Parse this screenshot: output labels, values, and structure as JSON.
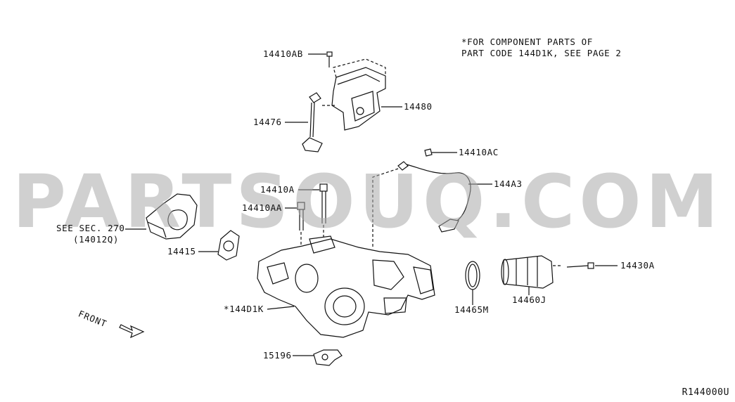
{
  "watermark": "PARTSOUQ.COM",
  "note": {
    "line1": "*FOR COMPONENT PARTS OF",
    "line2": "PART CODE 144D1K, SEE PAGE 2"
  },
  "labels": {
    "p14410AB": "14410AB",
    "p14480": "14480",
    "p14476": "14476",
    "p14410AC": "14410AC",
    "p144A3": "144A3",
    "p14410A": "14410A",
    "p14410AA": "14410AA",
    "see_sec_line1": "SEE SEC. 270",
    "see_sec_line2": "(14012Q)",
    "p14415": "14415",
    "p144D1K": "*144D1K",
    "p14465M": "14465M",
    "p14460J": "14460J",
    "p14430A": "14430A",
    "p15196": "15196"
  },
  "front_label": "FRONT",
  "diagram_code": "R144000U"
}
